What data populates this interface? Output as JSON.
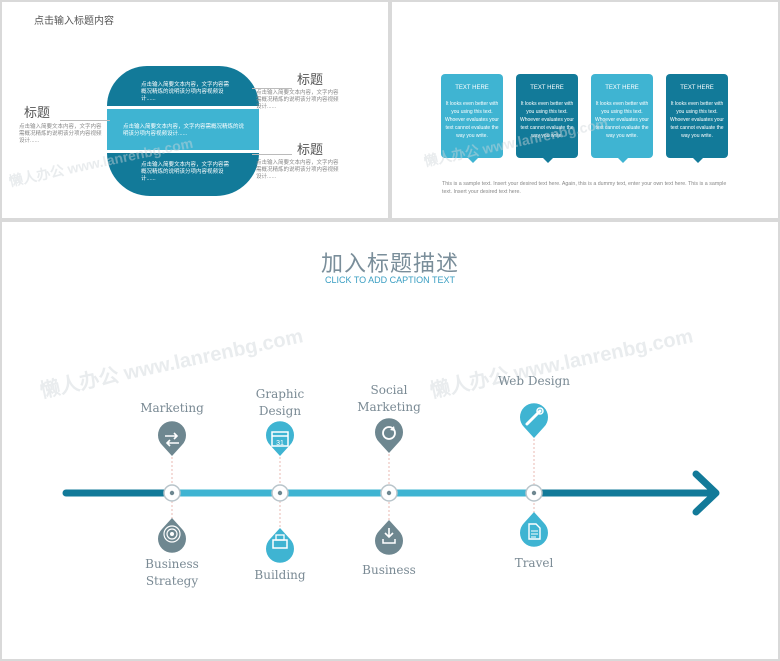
{
  "slide1": {
    "title": "点击输入标题内容",
    "band_texts": [
      "点击输入简要文本内容，文字内容需概况精炼的说明该分项内容视频设计......",
      "点击输入简要文本内容，文字内容需概况精炼的说明该分项内容视频设计......",
      "点击输入简要文本内容，文字内容需概况精炼的说明该分项内容视频设计......"
    ],
    "left_label": "标题",
    "left_text": "点击输入简要文本内容，文字内容需概况精炼的说明该分项内容视频设计......",
    "right_top_label": "标题",
    "right_top_text": "点击输入简要文本内容，文字内容需概况精炼的说明该分项内容视频设计......",
    "right_bottom_label": "标题",
    "right_bottom_text": "点击输入简要文本内容，文字内容需概况精炼的说明该分项内容视频设计......",
    "colors": {
      "dark": "#127a99",
      "light": "#3fb4d2"
    }
  },
  "slide2": {
    "cards": [
      {
        "title": "TEXT HERE",
        "body": "It looks even better with you using this text. Whoever evaluates your text cannot evaluate the way you write.",
        "color": "#3fb4d2"
      },
      {
        "title": "TEXT HERE",
        "body": "It looks even better with you using this text. Whoever evaluates your text cannot evaluate the way you write.",
        "color": "#127a99"
      },
      {
        "title": "TEXT HERE",
        "body": "It looks even better with you using this text. Whoever evaluates your text cannot evaluate the way you write.",
        "color": "#3fb4d2"
      },
      {
        "title": "TEXT HERE",
        "body": "It looks even better with you using this text. Whoever evaluates your text cannot evaluate the way you write.",
        "color": "#127a99"
      }
    ],
    "footer": "This is a sample text. Insert your desired text here. Again, this is a dummy text, enter your own text here. This is a sample text. Insert your desired text here."
  },
  "slide3": {
    "title": "加入标题描述",
    "subtitle": "CLICK TO ADD CAPTION TEXT",
    "top_labels": [
      "Marketing",
      "Graphic\nDesign",
      "Social\nMarketing",
      "Web Design"
    ],
    "bottom_labels": [
      "Business\nStrategy",
      "Building",
      "Business",
      "Travel"
    ],
    "top_icons": [
      "exchange-icon",
      "calendar-icon",
      "refresh-icon",
      "wrench-icon"
    ],
    "bottom_icons": [
      "target-icon",
      "printer-icon",
      "download-icon",
      "document-icon"
    ],
    "colors": {
      "dark": "#127a99",
      "light": "#3fb4d2",
      "gray": "#6e8790",
      "text": "#7a8a94"
    }
  },
  "watermark": "懒人办公 www.lanrenbg.com"
}
